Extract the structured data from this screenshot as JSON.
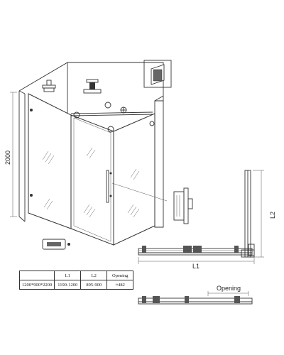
{
  "dimensions": {
    "height": "2000",
    "length_1": "L1",
    "length_2": "L2",
    "opening": "Opening"
  },
  "spec_table": {
    "headers": [
      "",
      "L1",
      "L2",
      "Opening"
    ],
    "rows": [
      [
        "1200*900*2200",
        "1190-1200",
        "895-900",
        "≈482"
      ]
    ]
  }
}
